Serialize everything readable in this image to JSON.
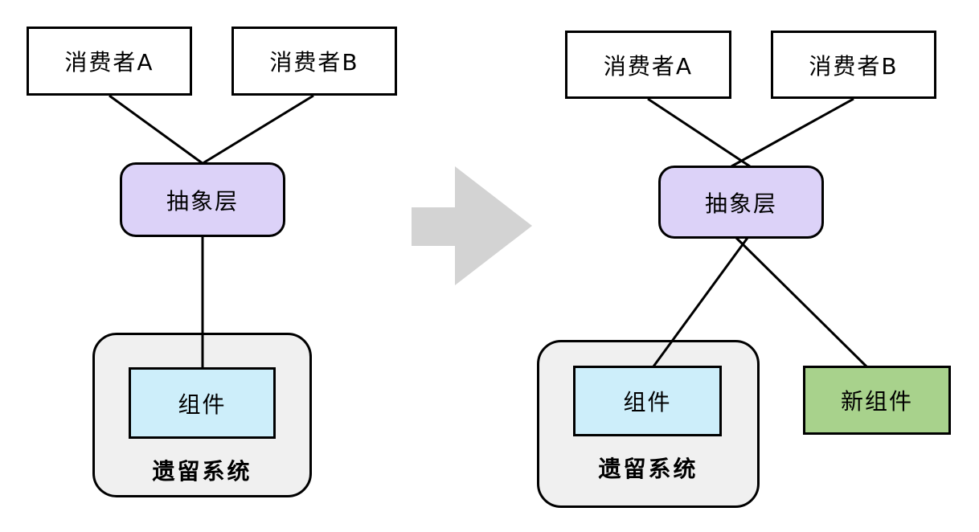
{
  "before": {
    "consumer_a": "消费者A",
    "consumer_b": "消费者B",
    "abstraction_layer": "抽象层",
    "legacy_system": "遗留系统",
    "component": "组件"
  },
  "after": {
    "consumer_a": "消费者A",
    "consumer_b": "消费者B",
    "abstraction_layer": "抽象层",
    "legacy_system": "遗留系统",
    "component": "组件",
    "new_component": "新组件"
  },
  "transition": {
    "icon": "right-arrow-icon",
    "color": "#d3d3d3"
  },
  "colors": {
    "abstraction_fill": "#dcd2f8",
    "component_fill": "#cdeefa",
    "new_component_fill": "#a8d28c",
    "legacy_system_fill": "#f0f0f0",
    "consumer_box_fill": "#ffffff",
    "border": "#000000",
    "connector": "#000000",
    "background": "#ffffff"
  }
}
